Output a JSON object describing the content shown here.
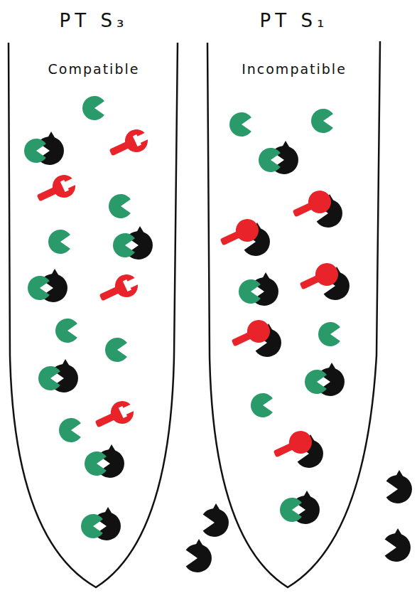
{
  "diagram": {
    "nodes": [
      {
        "text": [
          "PT S₃",
          "Compatible"
        ]
      },
      {
        "text": [
          "PT S₁",
          "Incompatible"
        ]
      }
    ]
  }
}
